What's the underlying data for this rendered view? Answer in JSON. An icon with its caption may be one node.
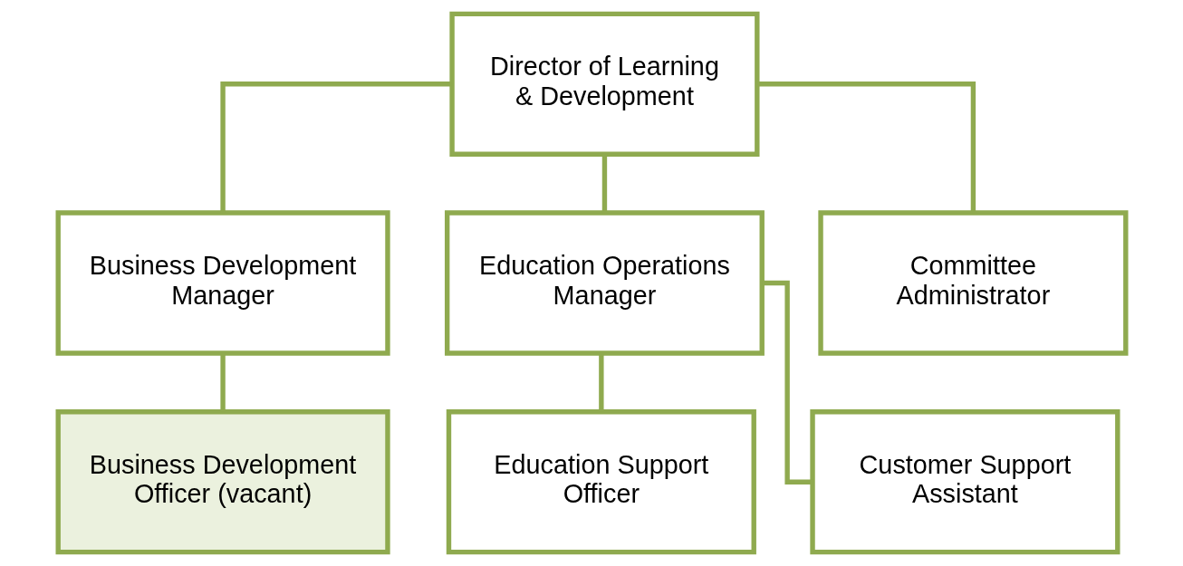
{
  "diagram": {
    "nodes": [
      {
        "text": [
          "Director of Learning & Development"
        ]
      },
      {
        "text": [
          "Business Development Manager"
        ]
      },
      {
        "text": [
          "Education Operations Manager"
        ]
      },
      {
        "text": [
          "Committee Administrator"
        ]
      },
      {
        "text": [
          "Business Development Officer (vacant)"
        ]
      },
      {
        "text": [
          "Education Support Officer"
        ]
      },
      {
        "text": [
          "Customer Support Assistant"
        ]
      }
    ],
    "edges": [
      {
        "from": 0,
        "to": 1,
        "arrow": "none"
      },
      {
        "from": 0,
        "to": 2,
        "arrow": "none"
      },
      {
        "from": 0,
        "to": 3,
        "arrow": "none"
      },
      {
        "from": 1,
        "to": 4,
        "arrow": "none"
      },
      {
        "from": 2,
        "to": 5,
        "arrow": "none"
      },
      {
        "from": 2,
        "to": 6,
        "arrow": "none"
      }
    ]
  }
}
